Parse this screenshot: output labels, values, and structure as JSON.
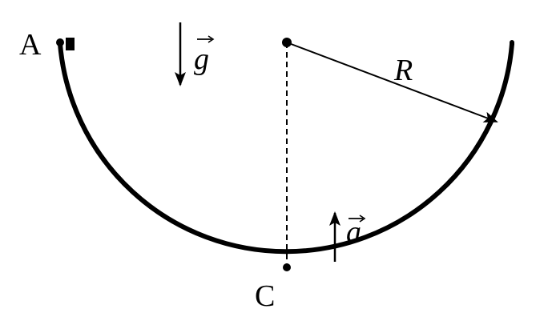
{
  "diagram": {
    "labels": {
      "point_a": "A",
      "point_c": "C",
      "radius": "R",
      "gravity": "g",
      "acceleration": "a"
    },
    "colors": {
      "stroke": "#000000",
      "background": "#ffffff"
    }
  }
}
